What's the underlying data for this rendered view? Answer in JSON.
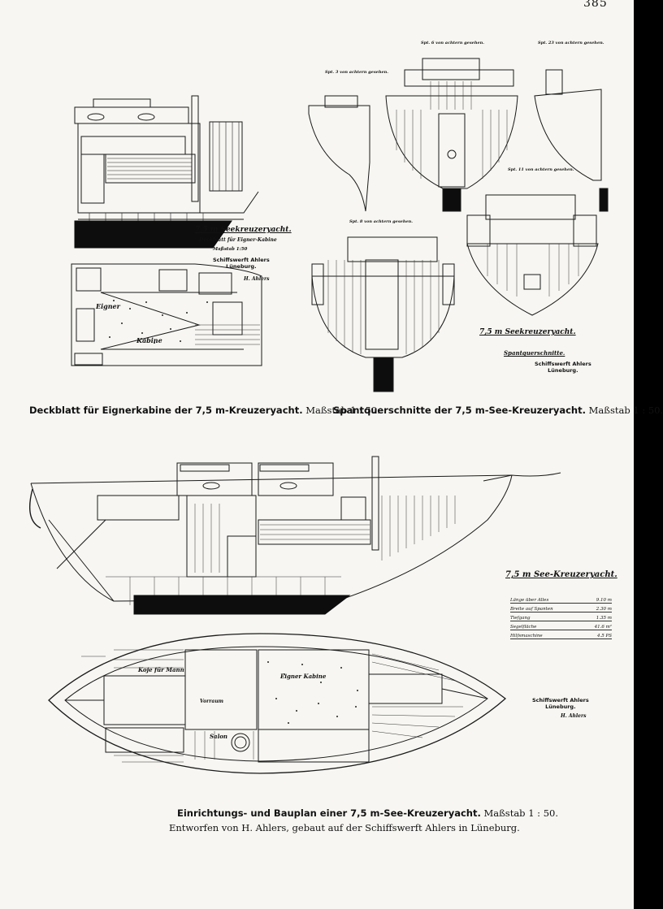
{
  "page": {
    "number": "385"
  },
  "figures": {
    "deck": {
      "caption_bold": "Deckblatt für Eignerkabine der 7,5 m-Kreuzeryacht.",
      "caption_scale": "Maßstab 1 : 50.",
      "title": "7,5 m Seekreuzeryacht.",
      "subtitle": "Deckblatt für Eigner-Kabine",
      "scale_note": "Maßstab 1:50",
      "yard": "Schiffswerft Ahlers\nLüneburg.",
      "signature": "H. Ahlers",
      "rooms": [
        "Eigner",
        "Kabine"
      ]
    },
    "sections": {
      "caption_bold": "Spantquerschnitte der 7,5 m-See-Kreuzeryacht.",
      "caption_scale": "Maßstab 1 : 50.",
      "title": "7,5 m Seekreuzeryacht.",
      "subtitle": "Spantquerschnitte.",
      "yard": "Schiffswerft Ahlers\nLüneburg.",
      "frame_labels": [
        "Spt. 3 von achtern gesehen.",
        "Spt. 6 von achtern gesehen.",
        "Spt. 23 von achtern gesehen.",
        "Spt. 8 von achtern gesehen.",
        "Spt. 11 von achtern gesehen."
      ]
    },
    "plan": {
      "caption_bold": "Einrichtungs- und Bauplan einer 7,5 m-See-Kreuzeryacht.",
      "caption_scale": "Maßstab 1 : 50.",
      "credit": "Entworfen von H. Ahlers, gebaut auf der Schiffswerft Ahlers in Lüneburg.",
      "title": "7,5 m See-Kreuzeryacht.",
      "yard": "Schiffswerft Ahlers\nLüneburg.",
      "signature": "H. Ahlers",
      "rooms": [
        "Koje für Mann",
        "Eigner Kabine",
        "Salon",
        "Vorraum"
      ],
      "specs": [
        {
          "label": "Länge über Alles",
          "value": "9.10 m"
        },
        {
          "label": "Breite auf Spanten",
          "value": "2.30 m"
        },
        {
          "label": "Tiefgang",
          "value": "1.35 m"
        },
        {
          "label": "Segelfläche",
          "value": "41.6 m²"
        },
        {
          "label": "Hilfsmaschine",
          "value": "4.5 PS"
        }
      ]
    }
  }
}
